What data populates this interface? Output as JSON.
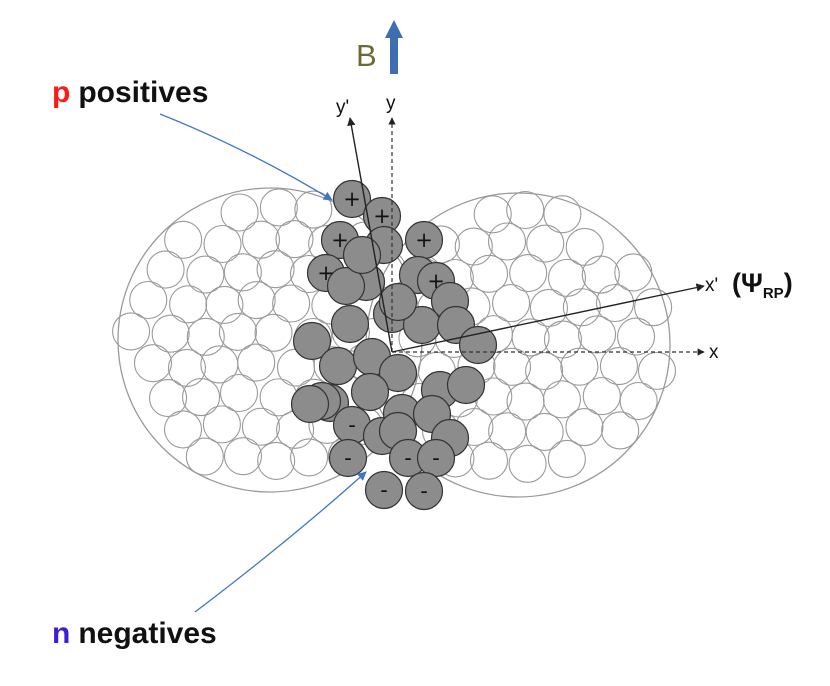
{
  "diagram": {
    "field_label": "B",
    "positives": {
      "symbol": "p",
      "text": "positives"
    },
    "negatives": {
      "symbol": "n",
      "text": "negatives"
    },
    "axes": {
      "y_prime": "y'",
      "y": "y",
      "x_prime": "x'",
      "x": "x",
      "reaction_plane": {
        "open": "(Ψ",
        "sub": "RP",
        "close": ")"
      }
    },
    "charges": {
      "plus": "+",
      "minus": "-"
    }
  },
  "colors": {
    "participant_fill": "#8c8c8c",
    "spectator_stroke": "#9a9a9a",
    "positive_symbol": "#ff1a1a",
    "negative_symbol": "#3a1fd6",
    "b_arrow": "#3d6fb0",
    "b_label": "#6b6b3a",
    "pointer_line": "#3f77c6"
  }
}
